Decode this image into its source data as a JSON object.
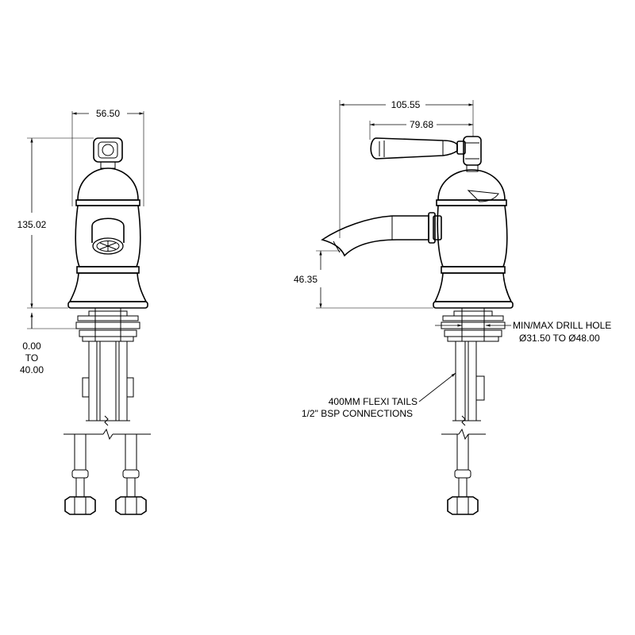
{
  "dimensions": {
    "front_width": "56.50",
    "front_height": "135.02",
    "deck_thickness_min": "0.00",
    "deck_thickness_to": "TO",
    "deck_thickness_max": "40.00",
    "side_depth": "105.55",
    "handle_reach": "79.68",
    "spout_height": "46.35"
  },
  "notes": {
    "drill_hole_title": "MIN/MAX DRILL HOLE",
    "drill_hole_range": "Ø31.50 TO Ø48.00",
    "tails_line1": "400MM FLEXI TAILS",
    "tails_line2": "1/2\" BSP CONNECTIONS"
  }
}
